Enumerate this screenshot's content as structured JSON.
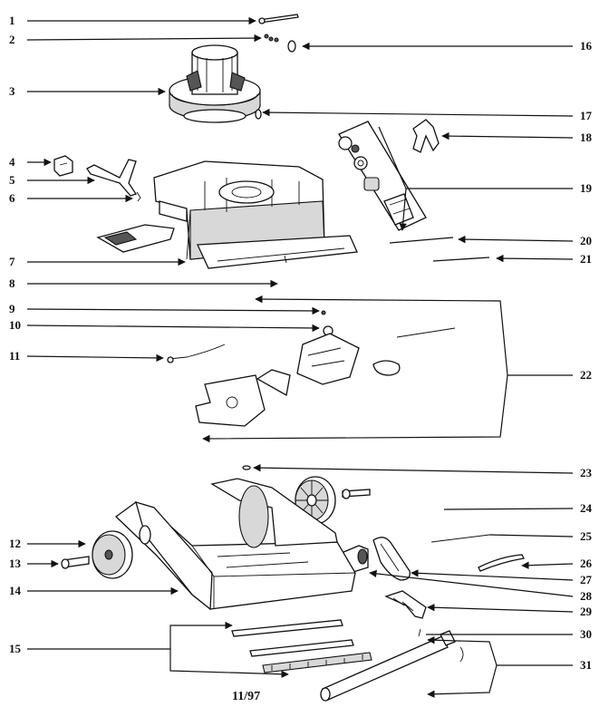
{
  "labels": [
    {
      "id": "1",
      "text": "1"
    },
    {
      "id": "2",
      "text": "2"
    },
    {
      "id": "3",
      "text": "3"
    },
    {
      "id": "4",
      "text": "4"
    },
    {
      "id": "5",
      "text": "5"
    },
    {
      "id": "6",
      "text": "6"
    },
    {
      "id": "7",
      "text": "7"
    },
    {
      "id": "8",
      "text": "8"
    },
    {
      "id": "9",
      "text": "9"
    },
    {
      "id": "10",
      "text": "10"
    },
    {
      "id": "11",
      "text": "11"
    },
    {
      "id": "12",
      "text": "12"
    },
    {
      "id": "13",
      "text": "13"
    },
    {
      "id": "14",
      "text": "14"
    },
    {
      "id": "15",
      "text": "15"
    },
    {
      "id": "16",
      "text": "16"
    },
    {
      "id": "17",
      "text": "17"
    },
    {
      "id": "18",
      "text": "18"
    },
    {
      "id": "19",
      "text": "19"
    },
    {
      "id": "20",
      "text": "20"
    },
    {
      "id": "21",
      "text": "21"
    },
    {
      "id": "22",
      "text": "22"
    },
    {
      "id": "23",
      "text": "23"
    },
    {
      "id": "24",
      "text": "24"
    },
    {
      "id": "25",
      "text": "25"
    },
    {
      "id": "26",
      "text": "26"
    },
    {
      "id": "27",
      "text": "27"
    },
    {
      "id": "28",
      "text": "28"
    },
    {
      "id": "29",
      "text": "29"
    },
    {
      "id": "30",
      "text": "30"
    },
    {
      "id": "31",
      "text": "31"
    }
  ],
  "footer": {
    "date_code": "11/97"
  }
}
